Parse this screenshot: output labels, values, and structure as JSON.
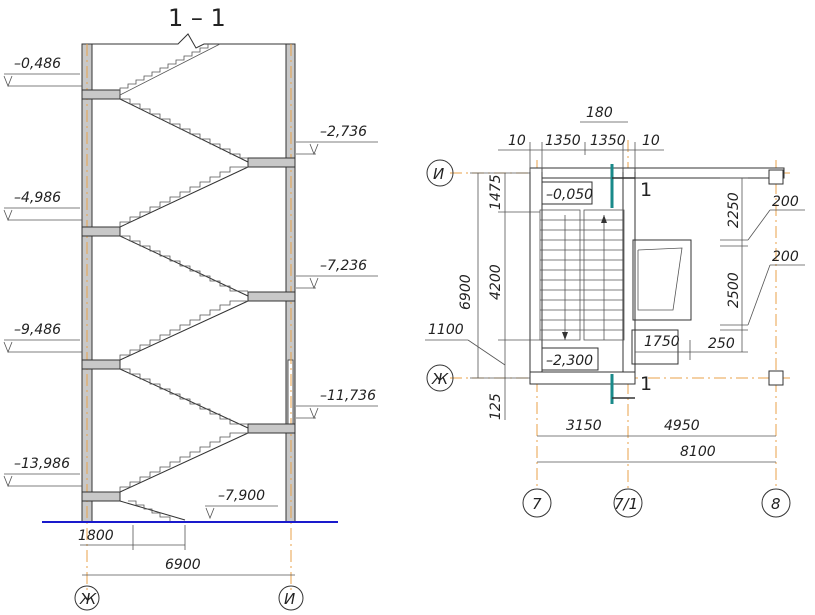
{
  "section": {
    "title": "1 – 1",
    "levels_left": [
      "–0,486",
      "–4,986",
      "–9,486",
      "–13,986"
    ],
    "levels_right": [
      "–2,736",
      "–7,236",
      "–11,736"
    ],
    "bottom_level": "–7,900",
    "dim_1800": "1800",
    "dim_6900": "6900",
    "axis_left": "Ж",
    "axis_right": "И"
  },
  "plan": {
    "dims_top": [
      "180",
      "10",
      "1350",
      "1350",
      "10"
    ],
    "dims_left": [
      "6900",
      "1475",
      "4200",
      "1100",
      "125"
    ],
    "dims_right": [
      "2250",
      "200",
      "2500",
      "200",
      "250"
    ],
    "dim_1750": "1750",
    "level_top": "–0,050",
    "level_bottom": "–2,300",
    "cut_mark": "1",
    "dims_bottom": [
      "3150",
      "4950",
      "8100"
    ],
    "axes_rows": [
      "И",
      "Ж"
    ],
    "axes_cols": [
      "7",
      "7/1",
      "8"
    ]
  },
  "colors": {
    "wall_fill": "#c8c8c8",
    "ground_line": "#1a1acc",
    "axis_line": "#e8a24a",
    "cut_mark": "#1a8a8a"
  }
}
